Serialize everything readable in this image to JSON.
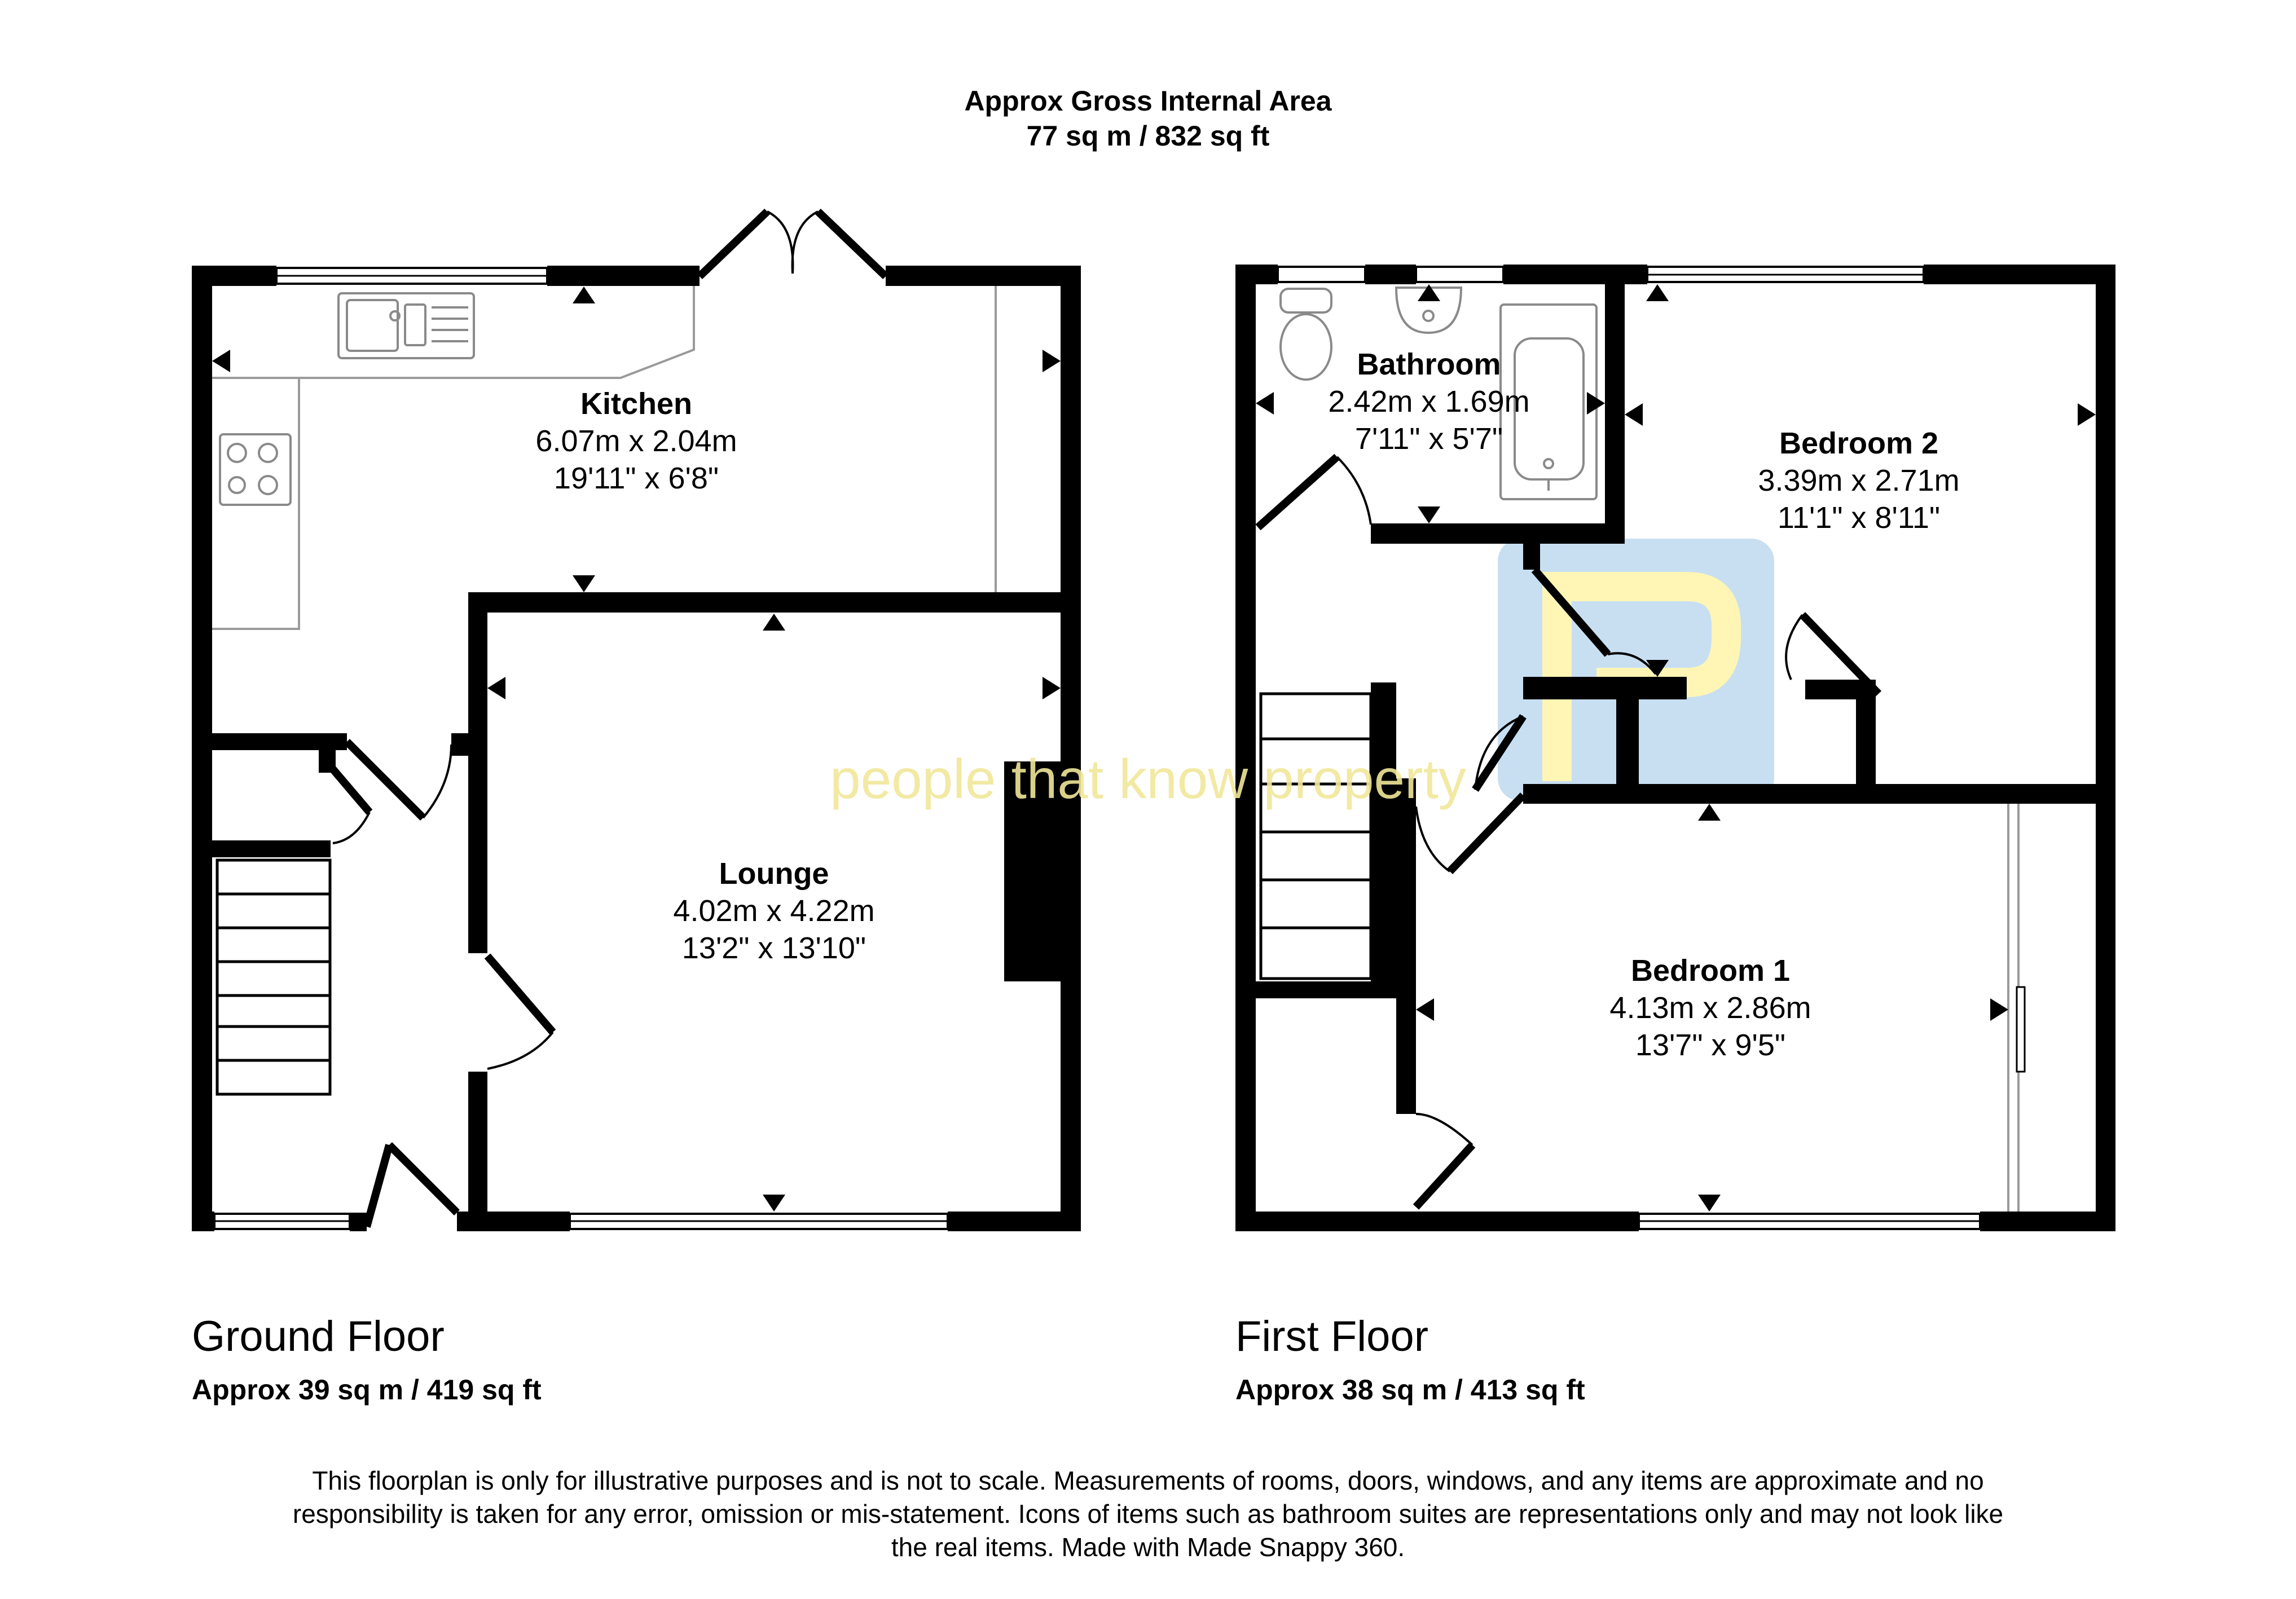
{
  "header": {
    "gross_area_title": "Approx Gross Internal Area",
    "gross_area_value": "77 sq m / 832 sq ft"
  },
  "floors": {
    "ground": {
      "name": "Ground Floor",
      "area": "Approx 39 sq m / 419 sq ft",
      "rooms": {
        "kitchen": {
          "name": "Kitchen",
          "metric": "6.07m x 2.04m",
          "imperial": "19'11\" x 6'8\""
        },
        "lounge": {
          "name": "Lounge",
          "metric": "4.02m x 4.22m",
          "imperial": "13'2\" x 13'10\""
        }
      }
    },
    "first": {
      "name": "First Floor",
      "area": "Approx 38 sq m / 413 sq ft",
      "rooms": {
        "bathroom": {
          "name": "Bathroom",
          "metric": "2.42m x 1.69m",
          "imperial": "7'11\" x 5'7\""
        },
        "bedroom2": {
          "name": "Bedroom 2",
          "metric": "3.39m x 2.71m",
          "imperial": "11'1\" x 8'11\""
        },
        "bedroom1": {
          "name": "Bedroom 1",
          "metric": "4.13m x 2.86m",
          "imperial": "13'7\" x 9'5\""
        }
      }
    }
  },
  "watermark_text": "people that know property",
  "disclaimer": "This floorplan is only for illustrative purposes and is not to scale. Measurements of rooms, doors, windows, and any items are approximate and no responsibility is taken for any error, omission or mis-statement. Icons of items such as bathroom suites are representations only and may not look like the real items. Made with Made Snappy 360.",
  "colors": {
    "wall": "#000000",
    "fixture": "#9a9a9a",
    "logo_blue": "#9cc6e8",
    "logo_yellow": "#fff07a"
  },
  "icons": [
    "sink-icon",
    "hob-icon",
    "toilet-icon",
    "basin-icon",
    "bath-icon",
    "logo-mark"
  ]
}
